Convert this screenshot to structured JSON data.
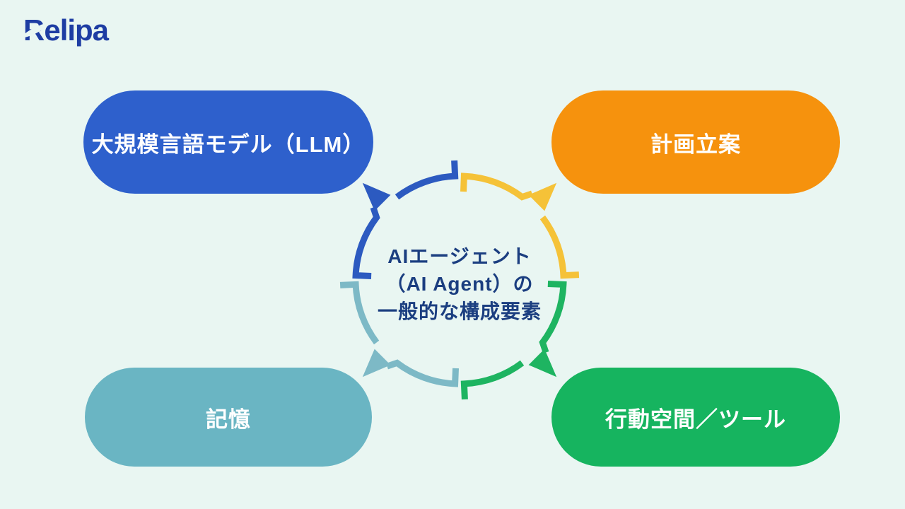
{
  "page": {
    "background": "#e9f6f2"
  },
  "logo": {
    "text": "Relipa",
    "color": "#1e3da3"
  },
  "center_label": {
    "line1": "AIエージェント",
    "line2": "（AI Agent）の",
    "line3": "一般的な構成要素",
    "color": "#1b3e80"
  },
  "nodes": {
    "llm": {
      "label": "大規模言語モデル（LLM）",
      "color": "#2e60cc",
      "position": "top-left"
    },
    "planning": {
      "label": "計画立案",
      "color": "#f6920d",
      "position": "top-right"
    },
    "memory": {
      "label": "記憶",
      "color": "#6ab5c3",
      "position": "bottom-left"
    },
    "tools": {
      "label": "行動空間／ツール",
      "color": "#16b45f",
      "position": "bottom-right"
    }
  },
  "cycle": {
    "direction": "clockwise",
    "arrow_colors": {
      "yellow": "#f5c238",
      "green": "#1eb461",
      "teal": "#7db9c6",
      "blue": "#2c5ac0"
    }
  }
}
